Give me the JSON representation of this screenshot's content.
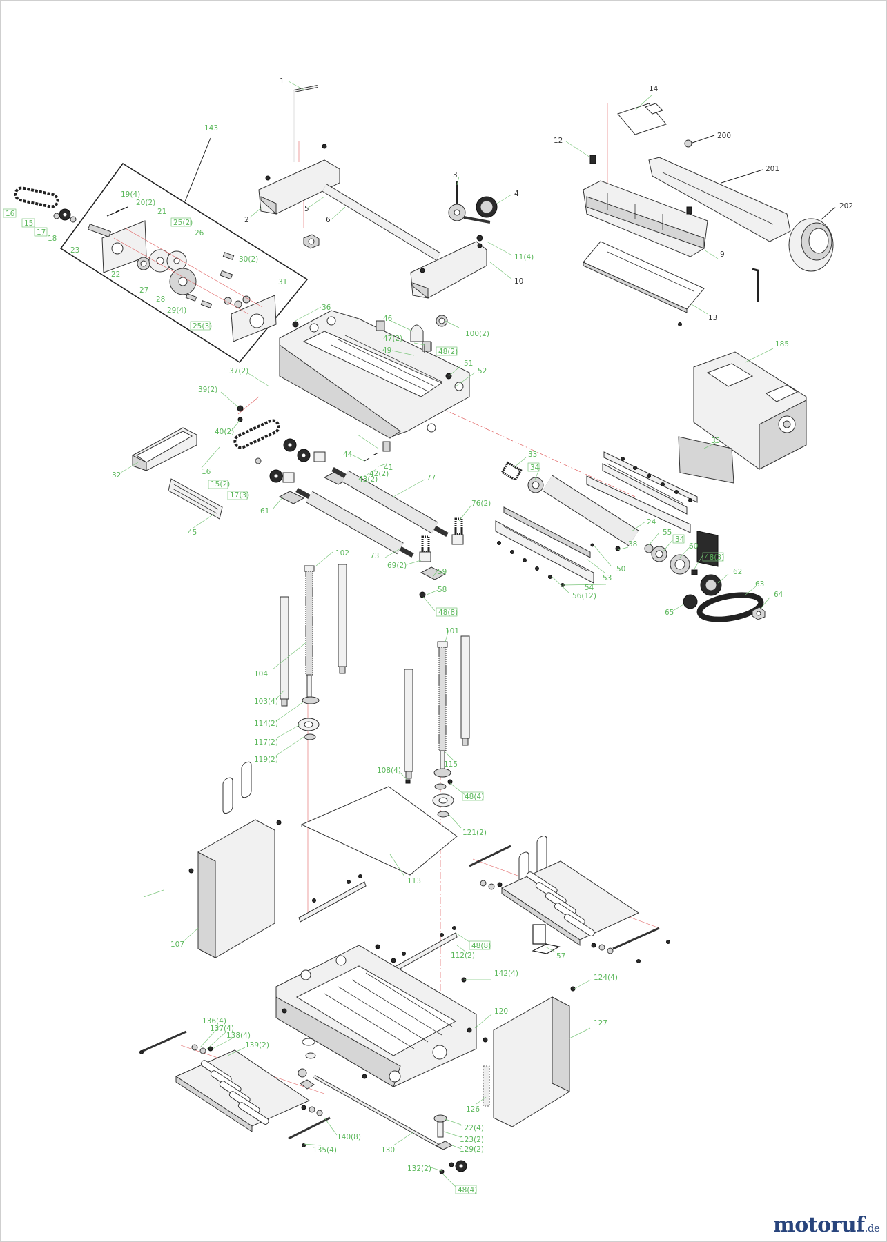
{
  "diagram": {
    "labels_black": [
      "1",
      "2",
      "3",
      "4",
      "5",
      "6",
      "9",
      "10",
      "12",
      "13",
      "14",
      "200",
      "201",
      "202"
    ],
    "labels_green": [
      "143",
      "19(4)",
      "20(2)",
      "21",
      "25(2)",
      "26",
      "16",
      "15",
      "17",
      "18",
      "23",
      "22",
      "27",
      "28",
      "30(2)",
      "31",
      "29(4)",
      "25(3)",
      "11(4)",
      "36",
      "46",
      "100(2)",
      "47(2)",
      "48(2)",
      "49",
      "51",
      "52",
      "185",
      "37(2)",
      "39(2)",
      "40(2)",
      "32",
      "16",
      "15(2)",
      "17(3)",
      "44",
      "41",
      "42(2)",
      "43(2)",
      "33",
      "34",
      "35",
      "61",
      "45",
      "77",
      "76(2)",
      "24",
      "55",
      "34",
      "60",
      "48(3)",
      "38",
      "50",
      "53",
      "54",
      "56(12)",
      "62",
      "63",
      "64",
      "65",
      "73",
      "69(2)",
      "59",
      "58",
      "48(8)",
      "102",
      "101",
      "104",
      "103(4)",
      "114(2)",
      "117(2)",
      "119(2)",
      "115",
      "108(4)",
      "48(4)",
      "121(2)",
      "113",
      "107",
      "48(8)",
      "112(2)",
      "57",
      "142(4)",
      "124(4)",
      "120",
      "127",
      "136(4)",
      "137(4)",
      "138(4)",
      "139(2)",
      "126",
      "122(4)",
      "123(2)",
      "129(2)",
      "132(2)",
      "48(4)",
      "140(8)",
      "135(4)",
      "130"
    ],
    "boxed_labels": [
      "25(2)",
      "16",
      "15",
      "17",
      "15(2)",
      "17(3)",
      "34",
      "34",
      "48(3)",
      "48(2)",
      "48(8)",
      "48(4)",
      "48(8)",
      "48(4)",
      "25(3)"
    ]
  },
  "watermark": {
    "brand": "motoruf",
    "tld": ".de"
  }
}
